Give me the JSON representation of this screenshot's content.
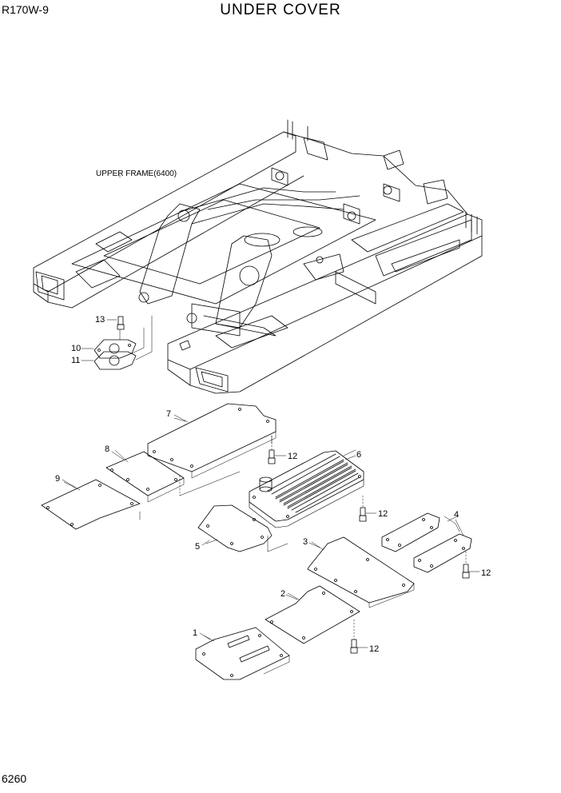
{
  "header": {
    "model": "R170W-9",
    "title": "UNDER COVER"
  },
  "footer": {
    "page_number": "6260"
  },
  "labels": {
    "upper_frame": "UPPER FRAME(6400)"
  },
  "callouts": [
    "1",
    "2",
    "3",
    "4",
    "5",
    "6",
    "7",
    "8",
    "9",
    "10",
    "11",
    "12",
    "13"
  ],
  "colors": {
    "line": "#000000",
    "background": "#ffffff"
  }
}
